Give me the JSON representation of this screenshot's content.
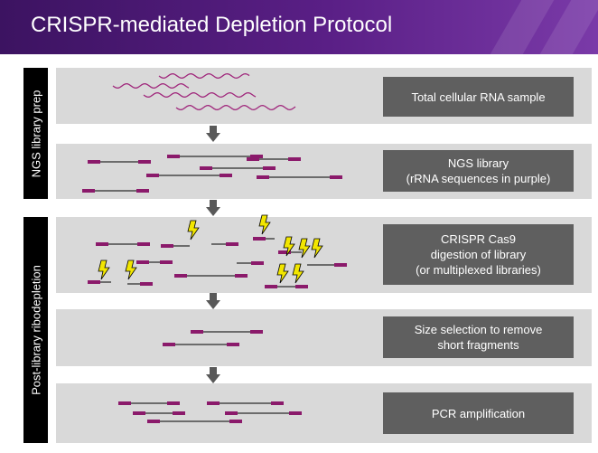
{
  "slide": {
    "title": "CRISPR-mediated Depletion Protocol"
  },
  "sections": [
    {
      "label": "NGS library prep"
    },
    {
      "label": "Post-library ribodepletion"
    }
  ],
  "steps": [
    {
      "label": "Total cellular RNA sample"
    },
    {
      "label": "NGS library\n(rRNA sequences in purple)"
    },
    {
      "label": "CRISPR Cas9\ndigestion of library\n(or multiplexed libraries)"
    },
    {
      "label": "Size selection to remove\nshort fragments"
    },
    {
      "label": "PCR amplification"
    }
  ],
  "colors": {
    "header_start": "#3c1361",
    "header_end": "#7a3aa8",
    "rna_wave": "#a0287c",
    "adapter": "#8b1a6b",
    "insert_line": "#000000",
    "panel_bg": "#d9d9d9",
    "label_bg": "#5f5f5f",
    "bolt_fill": "#f2e600",
    "arrow": "#595959"
  },
  "icons": {
    "step_arrow": "down-arrow-icon",
    "cut_site": "lightning-bolt-icon"
  }
}
